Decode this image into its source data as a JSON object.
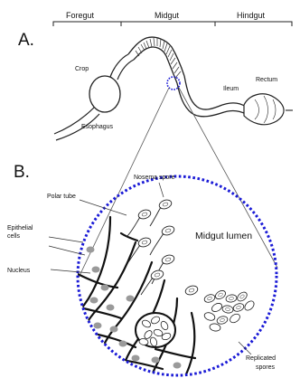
{
  "panel_a": {
    "letter": "A.",
    "sections": [
      "Foregut",
      "Midgut",
      "Hindgut"
    ],
    "labels": {
      "crop": "Crop",
      "esophagus": "Esophagus",
      "ileum": "Ileum",
      "rectum": "Rectum"
    }
  },
  "panel_b": {
    "letter": "B.",
    "labels": {
      "nosema_spore": "Nosema spore",
      "polar_tube": "Polar tube",
      "epithelial_line1": "Epithelial",
      "epithelial_line2": "cells",
      "nucleus": "Nucleus",
      "midgut_lumen": "Midgut lumen",
      "replicated_line1": "Replicated",
      "replicated_line2": "spores"
    }
  },
  "colors": {
    "zoom_circle": "#1a1ad6",
    "nucleus": "#9a9a9a",
    "outline": "#111111"
  }
}
